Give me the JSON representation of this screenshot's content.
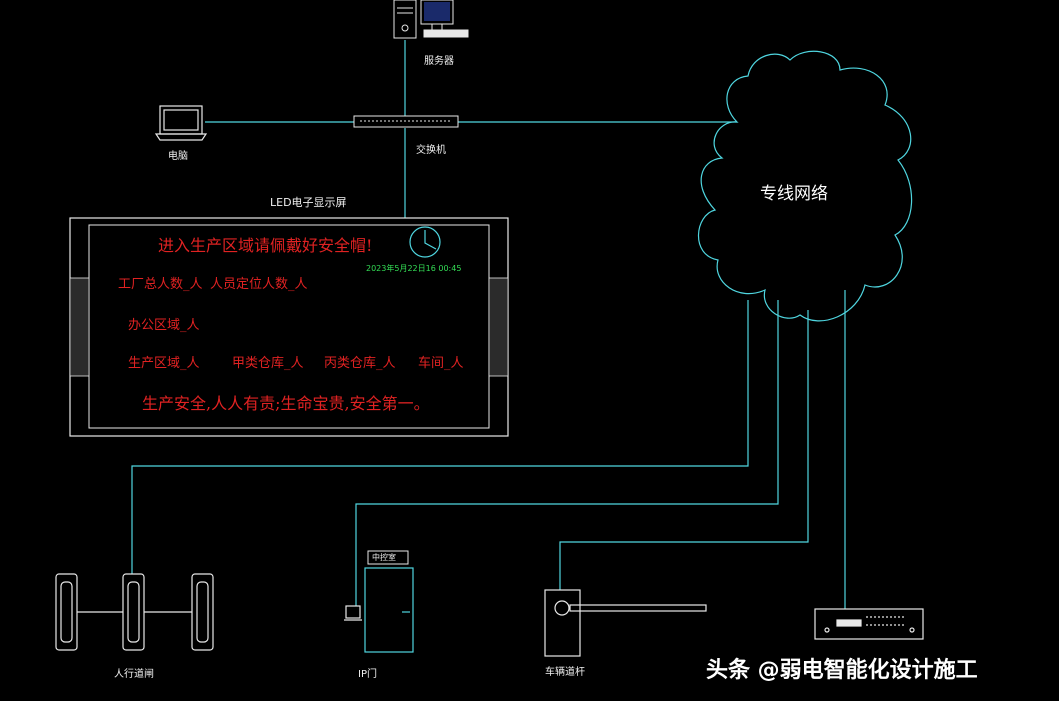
{
  "labels": {
    "server": "服务器",
    "computer": "电脑",
    "switch": "交换机",
    "led_title": "LED电子显示屏",
    "network": "专线网络",
    "pedestrian_gate": "人行道闸",
    "ip_door": "IP门",
    "vehicle_barrier": "车辆道杆",
    "door_tag": "中控室"
  },
  "led_screen": {
    "headline": "进入生产区域请佩戴好安全帽!",
    "datetime": "2023年5月22日16 00:45",
    "line_factory": "工厂总人数_人",
    "line_positioned": "人员定位人数_人",
    "line_office": "办公区域_人",
    "line_production": "生产区域_人",
    "line_warehouse_a": "甲类仓库_人",
    "line_warehouse_c": "丙类仓库_人",
    "line_workshop": "车间_人",
    "slogan": "生产安全,人人有责;生命宝贵,安全第一。"
  },
  "watermark": "头条 @弱电智能化设计施工",
  "colors": {
    "background": "#000000",
    "wire": "#4fd6e0",
    "device": "#e8e8e8",
    "led_text": "#e02222",
    "clock_text": "#33dd55"
  }
}
